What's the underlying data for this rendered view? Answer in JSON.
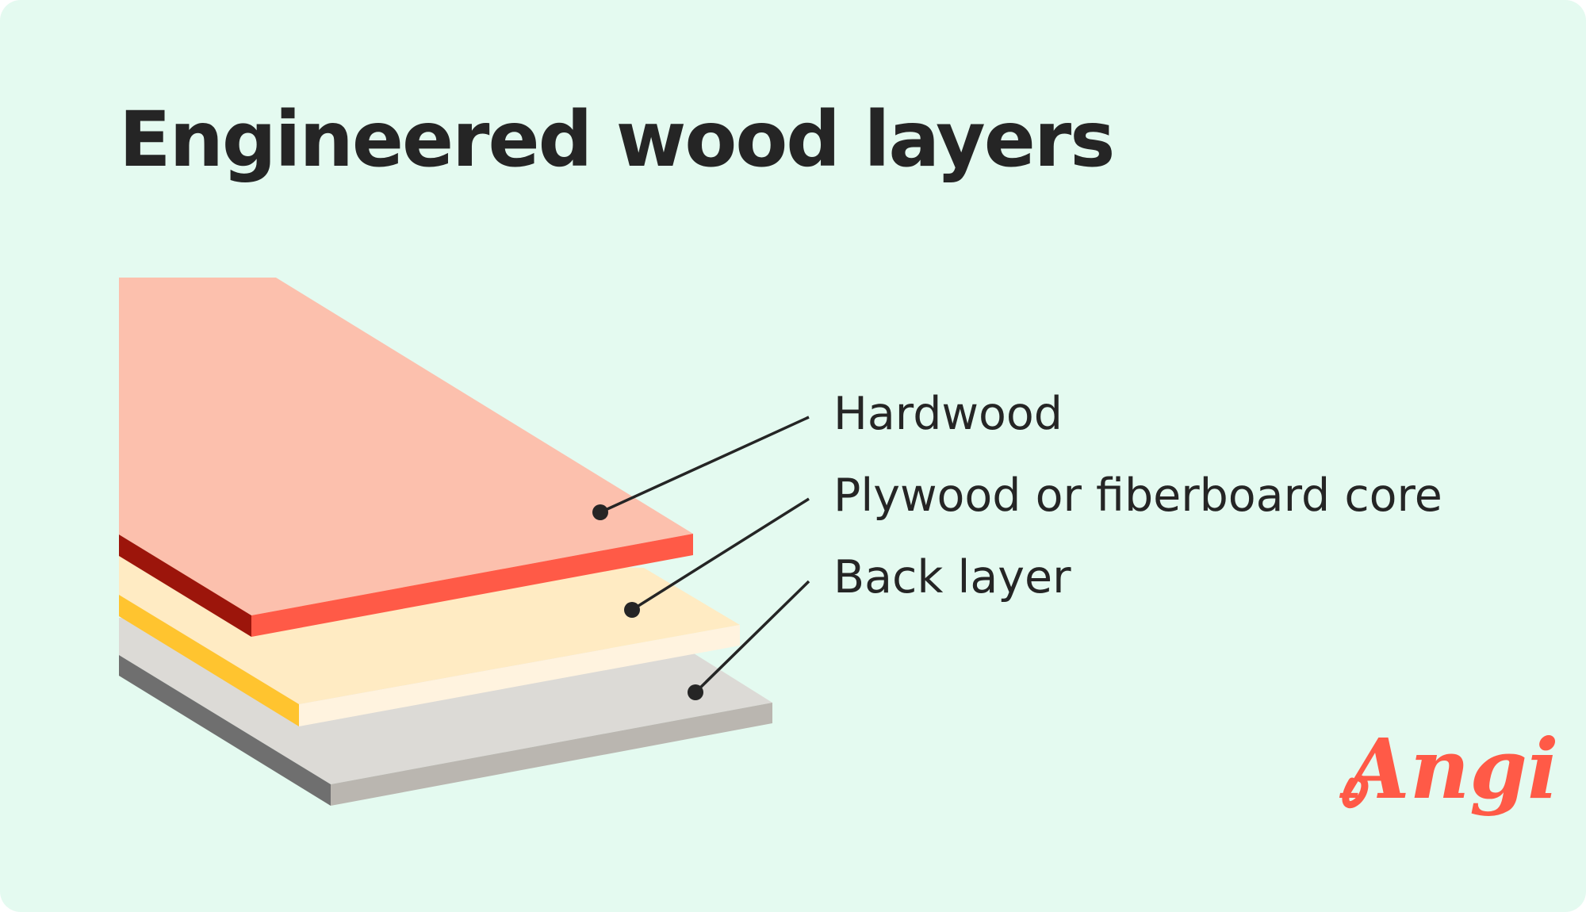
{
  "title": "Engineered wood layers",
  "layers": [
    {
      "label": "Hardwood",
      "icon": "hardwood-layer",
      "colors": {
        "top": "#fcc0ad",
        "front": "#ff5a47",
        "side": "#9c150b"
      }
    },
    {
      "label": "Plywood or fiberboard core",
      "icon": "core-layer",
      "colors": {
        "top": "#ffebc3",
        "front": "#fff3df",
        "side": "#ffc42f"
      }
    },
    {
      "label": "Back layer",
      "icon": "back-layer",
      "colors": {
        "top": "#dcdad6",
        "front": "#bab6b0",
        "side": "#6f6f6f"
      }
    }
  ],
  "logo": {
    "text": "Angi",
    "color": "#ff5a47"
  },
  "colors": {
    "background": "#e4faf0",
    "text": "#252525",
    "leader": "#252525"
  }
}
